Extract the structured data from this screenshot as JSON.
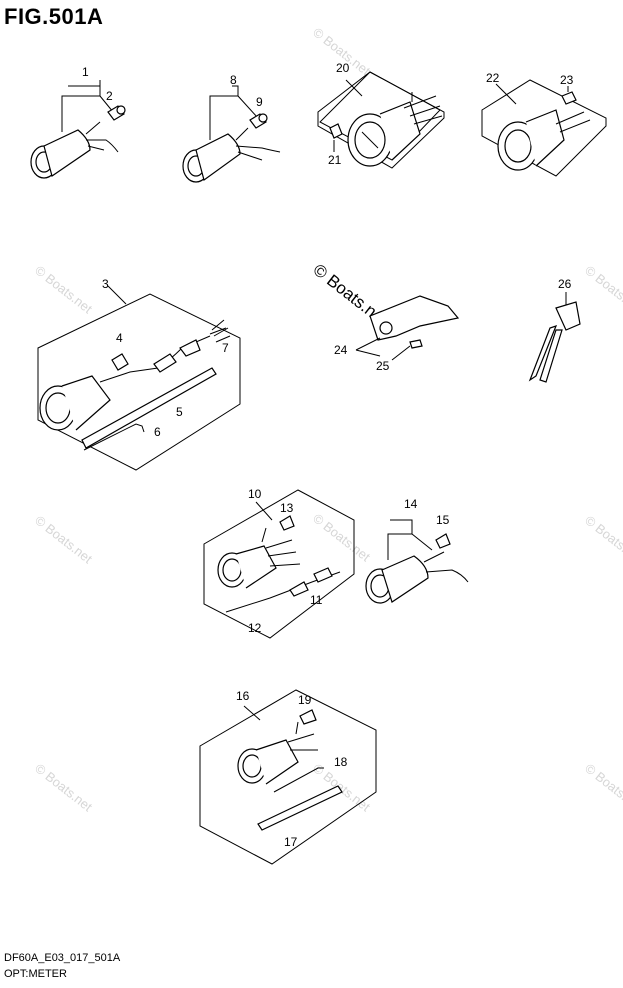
{
  "title": "FIG.501A",
  "footer": {
    "code": "DF60A_E03_017_501A",
    "caption": "OPT:METER"
  },
  "watermark": {
    "small": "© Boats.net",
    "large": "© Boats.net"
  },
  "callouts": [
    "1",
    "2",
    "3",
    "4",
    "5",
    "6",
    "7",
    "8",
    "9",
    "10",
    "11",
    "12",
    "13",
    "14",
    "15",
    "16",
    "17",
    "18",
    "19",
    "20",
    "21",
    "22",
    "23",
    "24",
    "25",
    "26"
  ]
}
